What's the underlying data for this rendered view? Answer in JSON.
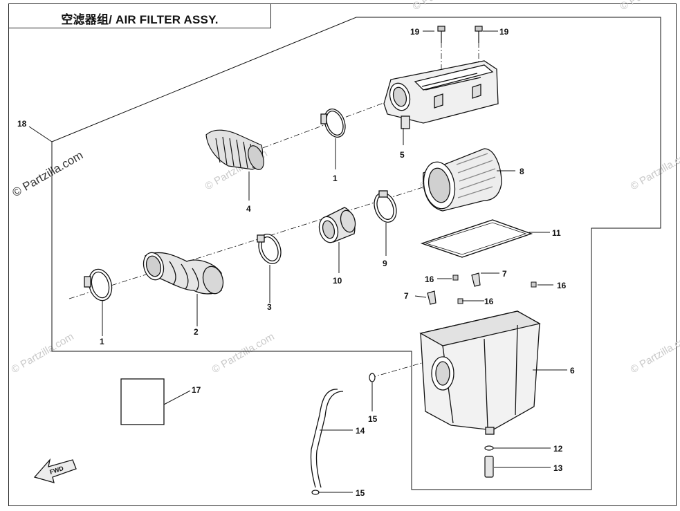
{
  "title": "空滤器组/ AIR FILTER ASSY.",
  "watermark": "© Partzilla.com",
  "callouts": {
    "c1a": "1",
    "c1b": "1",
    "c2": "2",
    "c3": "3",
    "c4": "4",
    "c5": "5",
    "c6": "6",
    "c7a": "7",
    "c7b": "7",
    "c8": "8",
    "c9": "9",
    "c10": "10",
    "c11": "11",
    "c12": "12",
    "c13": "13",
    "c14": "14",
    "c15a": "15",
    "c15b": "15",
    "c16a": "16",
    "c16b": "16",
    "c16c": "16",
    "c17": "17",
    "c18": "18",
    "c19a": "19",
    "c19b": "19"
  },
  "fwd_label": "FWD",
  "colors": {
    "line": "#111111",
    "watermark": "#c9c9c9"
  }
}
